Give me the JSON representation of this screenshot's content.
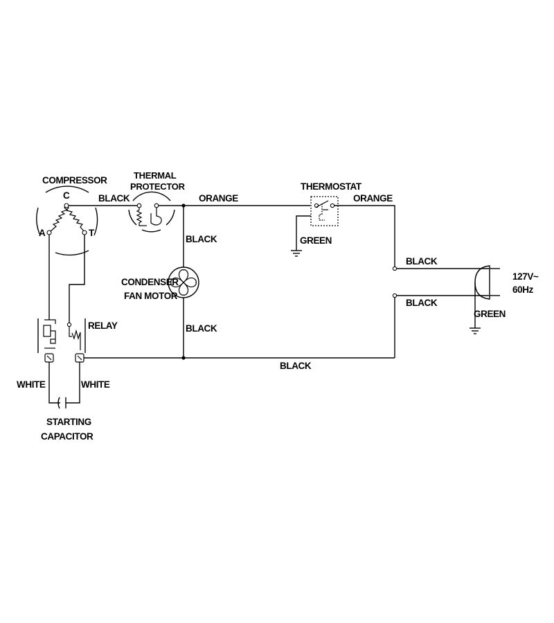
{
  "labels": {
    "compressor": "COMPRESSOR",
    "terminal_c": "C",
    "terminal_a": "A",
    "terminal_t": "T",
    "thermal_protector_1": "THERMAL",
    "thermal_protector_2": "PROTECTOR",
    "thermostat": "THERMOSTAT",
    "condenser_1": "CONDENSER",
    "condenser_2": "FAN MOTOR",
    "relay": "RELAY",
    "starting_capacitor_1": "STARTING",
    "starting_capacitor_2": "CAPACITOR",
    "supply_1": "127V~",
    "supply_2": "60Hz"
  },
  "wires": {
    "comp_to_protector": "BLACK",
    "protector_to_thermostat": "ORANGE",
    "thermostat_out": "ORANGE",
    "fan_upper": "BLACK",
    "fan_lower": "BLACK",
    "thermostat_ground": "GREEN",
    "supply_upper": "BLACK",
    "supply_lower": "BLACK",
    "plug_ground": "GREEN",
    "bottom_return": "BLACK",
    "cap_left": "WHITE",
    "cap_right": "WHITE"
  }
}
